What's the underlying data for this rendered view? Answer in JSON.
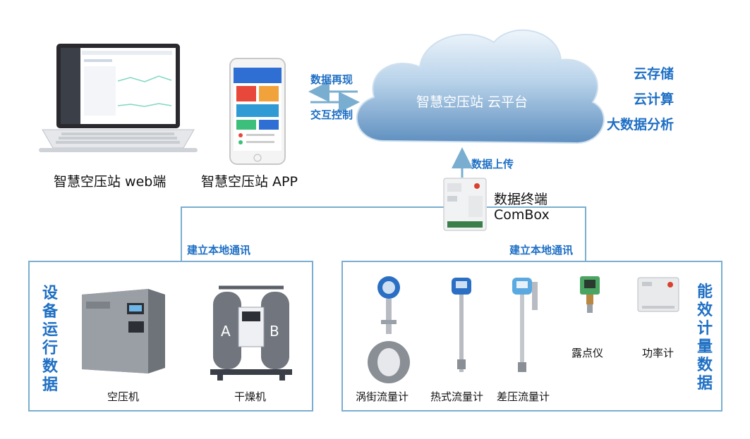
{
  "cloud": {
    "title": "智慧空压站 云平台",
    "features": [
      "云存储",
      "云计算",
      "大数据分析"
    ]
  },
  "arrows": {
    "display": "数据再现",
    "control": "交互控制",
    "upload": "数据上传"
  },
  "clients": {
    "web": "智慧空压站 web端",
    "app": "智慧空压站 APP"
  },
  "terminal": {
    "line1": "数据终端",
    "line2": "ComBox"
  },
  "links": {
    "left": "建立本地通讯",
    "right": "建立本地通讯"
  },
  "left_panel": {
    "side_label": "设备运行数据",
    "items": [
      {
        "label": "空压机"
      },
      {
        "label": "干燥机",
        "tank_a": "A",
        "tank_b": "B"
      }
    ]
  },
  "right_panel": {
    "side_label": "能效计量数据",
    "items": [
      {
        "label": "涡街流量计"
      },
      {
        "label": "热式流量计"
      },
      {
        "label": "差压流量计"
      },
      {
        "label": "露点仪"
      },
      {
        "label": "功率计"
      }
    ]
  },
  "colors": {
    "accent": "#1e6fc4",
    "line": "#7aaed0",
    "cloud_top": "#e6f1fa",
    "cloud_bottom": "#5e8fbf"
  }
}
